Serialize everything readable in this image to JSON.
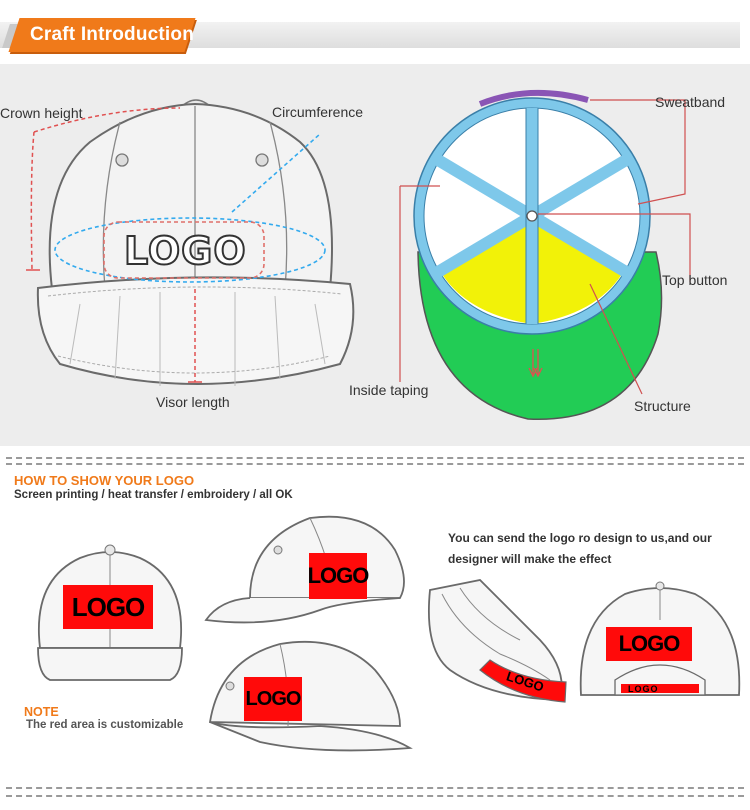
{
  "header": {
    "title": "Craft Introduction"
  },
  "diagram": {
    "labels": {
      "crown_height": "Crown height",
      "circumference": "Circumference",
      "visor_length": "Visor length",
      "sweatband": "Sweatband",
      "top_button": "Top button",
      "inside_taping": "Inside taping",
      "structure": "Structure"
    },
    "logo_text": "LOGO"
  },
  "how_to": {
    "title": "HOW TO SHOW YOUR LOGO",
    "subtitle": "Screen printing / heat transfer / embroidery / all OK",
    "info_line1": "You can send the logo ro design to us,and our",
    "info_line2": "designer will make the effect"
  },
  "note": {
    "title": "NOTE",
    "text": "The red area is customizable"
  },
  "samples": {
    "logo_text": "LOGO",
    "small_logo_text": "LOGO"
  },
  "colors": {
    "accent": "#f07a1a",
    "custom_area": "#ff0a0a",
    "taping": "#7ec8ea",
    "visor_under": "#22cc55",
    "panel_fill": "#f2f208",
    "sweatband": "#8a55b5"
  }
}
